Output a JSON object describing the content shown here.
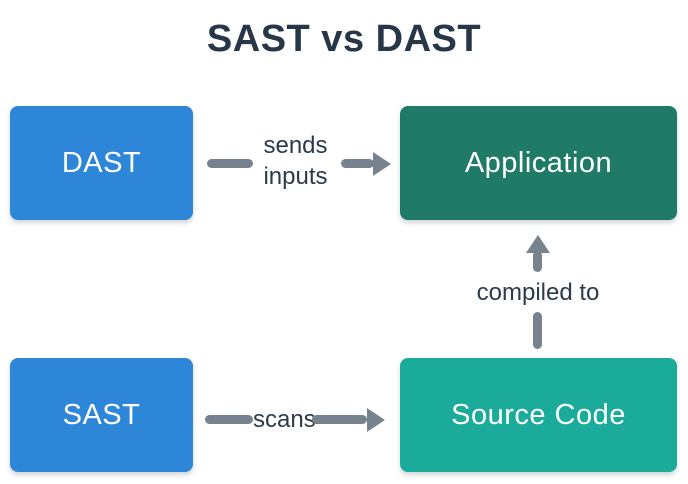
{
  "diagram": {
    "title": "SAST vs DAST",
    "nodes": [
      {
        "id": "dast",
        "label": "DAST",
        "color": "#2e86d8"
      },
      {
        "id": "application",
        "label": "Application",
        "color": "#207a68"
      },
      {
        "id": "sast",
        "label": "SAST",
        "color": "#2e86d8"
      },
      {
        "id": "source-code",
        "label": "Source Code",
        "color": "#1aab9a"
      }
    ],
    "edges": [
      {
        "from": "DAST",
        "to": "Application",
        "label": "sends inputs",
        "label_lines": [
          "sends",
          "inputs"
        ],
        "direction": "right"
      },
      {
        "from": "SAST",
        "to": "Source Code",
        "label": "scans",
        "direction": "right"
      },
      {
        "from": "Source Code",
        "to": "Application",
        "label": "compiled to",
        "direction": "up"
      }
    ],
    "colors": {
      "background": "#ffffff",
      "title_text": "#273747",
      "edge_label_text": "#2c3b4b",
      "arrow": "#76828e",
      "node_text": "#ffffff"
    }
  }
}
